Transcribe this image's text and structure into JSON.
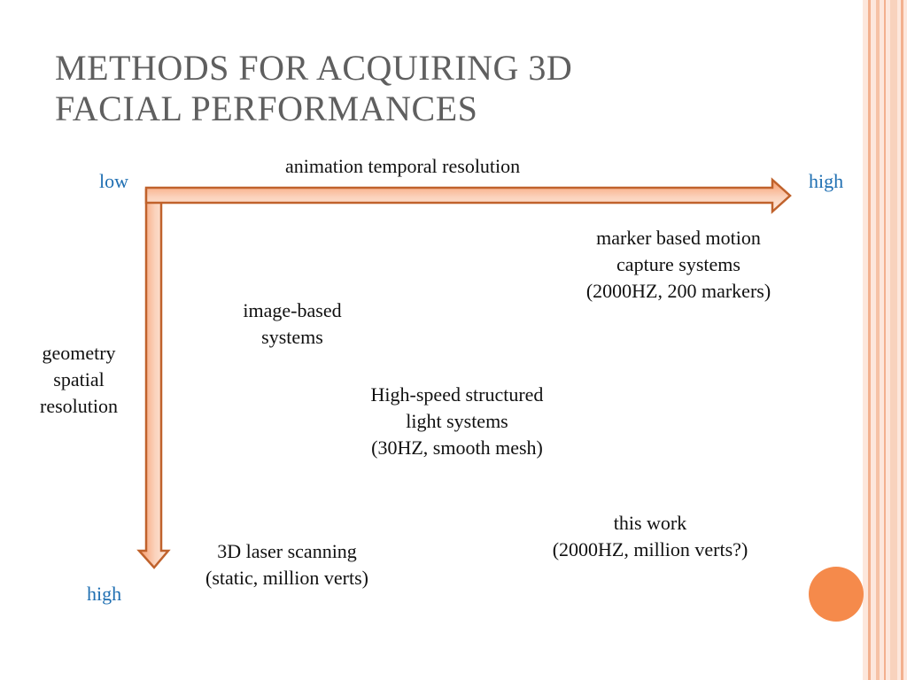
{
  "slide": {
    "title_lines": [
      "METHODS FOR ACQUIRING 3D",
      "FACIAL PERFORMANCES"
    ]
  },
  "axes": {
    "horizontal": {
      "label": "animation temporal resolution",
      "start": "low",
      "end": "high"
    },
    "vertical": {
      "label_lines": [
        "geometry",
        "spatial",
        "resolution"
      ],
      "end": "high"
    }
  },
  "methods": {
    "marker": [
      "marker based motion",
      "capture systems",
      "(2000HZ, 200 markers)"
    ],
    "image_based": [
      "image-based",
      "systems"
    ],
    "structured_light": [
      "High-speed structured",
      "light systems",
      "(30HZ, smooth mesh)"
    ],
    "this_work": [
      "this work",
      "(2000HZ, million verts?)"
    ],
    "laser": [
      "3D laser scanning",
      "(static, million verts)"
    ]
  },
  "colors": {
    "accent": "#f58a4b",
    "arrow_stroke": "#c0622c",
    "title": "#5f5f5f",
    "axis_end_text": "#1f6fb2"
  }
}
